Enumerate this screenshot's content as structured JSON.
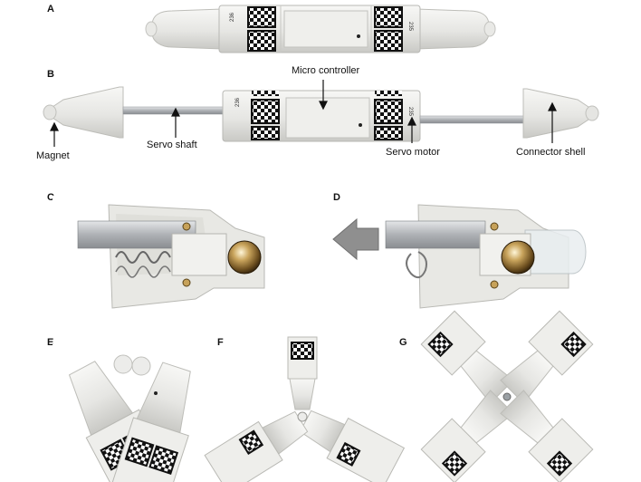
{
  "panels": {
    "a": "A",
    "b": "B",
    "c": "C",
    "d": "D",
    "e": "E",
    "f": "F",
    "g": "G"
  },
  "labels": {
    "micro_controller": "Micro controller",
    "servo_shaft": "Servo shaft",
    "servo_motor": "Servo motor",
    "connector_shell": "Connector shell",
    "magnet": "Magnet"
  },
  "module_numbers": {
    "left": "236",
    "right": "235"
  },
  "colors": {
    "shell": "#ececea",
    "shaft": "#b9bcbf",
    "marker": "#111111",
    "arrow_fill": "#8f8f8f"
  }
}
